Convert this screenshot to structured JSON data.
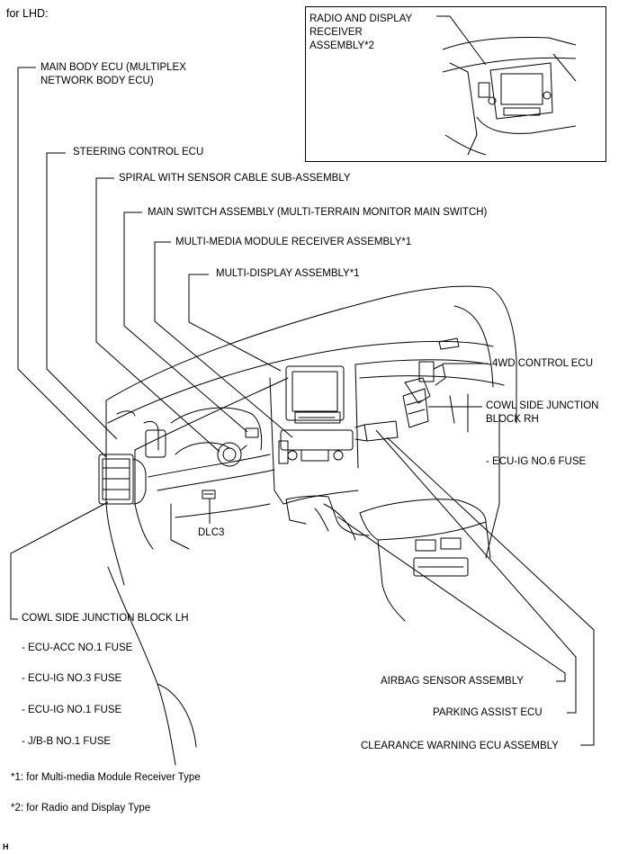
{
  "header": {
    "title": "for LHD:"
  },
  "inset": {
    "label_line1": "RADIO AND DISPLAY",
    "label_line2": "RECEIVER",
    "label_line3": "ASSEMBLY*2"
  },
  "labels": {
    "main_body_ecu_line1": "MAIN BODY ECU (MULTIPLEX",
    "main_body_ecu_line2": "NETWORK BODY ECU)",
    "steering_control_ecu": "STEERING CONTROL ECU",
    "spiral_cable": "SPIRAL WITH SENSOR CABLE SUB-ASSEMBLY",
    "main_switch": "MAIN SWITCH ASSEMBLY (MULTI-TERRAIN MONITOR MAIN SWITCH)",
    "multimedia_module": "MULTI-MEDIA MODULE RECEIVER ASSEMBLY*1",
    "multi_display": "MULTI-DISPLAY ASSEMBLY*1",
    "fourwd_control_ecu": "4WD CONTROL ECU",
    "cowl_rh_line1": "COWL SIDE JUNCTION",
    "cowl_rh_line2": "BLOCK RH",
    "ecu_ig_no6_fuse": "- ECU-IG NO.6 FUSE",
    "dlc3": "DLC3",
    "cowl_lh": "COWL SIDE JUNCTION BLOCK LH",
    "ecu_acc_no1_fuse": "- ECU-ACC NO.1 FUSE",
    "ecu_ig_no3_fuse": "- ECU-IG NO.3 FUSE",
    "ecu_ig_no1_fuse": "- ECU-IG NO.1 FUSE",
    "jb_b_no1_fuse": "- J/B-B NO.1 FUSE",
    "airbag_sensor": "AIRBAG SENSOR ASSEMBLY",
    "parking_assist_ecu": "PARKING ASSIST ECU",
    "clearance_warning_ecu": "CLEARANCE WARNING ECU ASSEMBLY"
  },
  "footnotes": {
    "note1": "*1: for Multi-media Module Receiver Type",
    "note2": "*2: for Radio and Display Type"
  },
  "corner_mark": "H"
}
